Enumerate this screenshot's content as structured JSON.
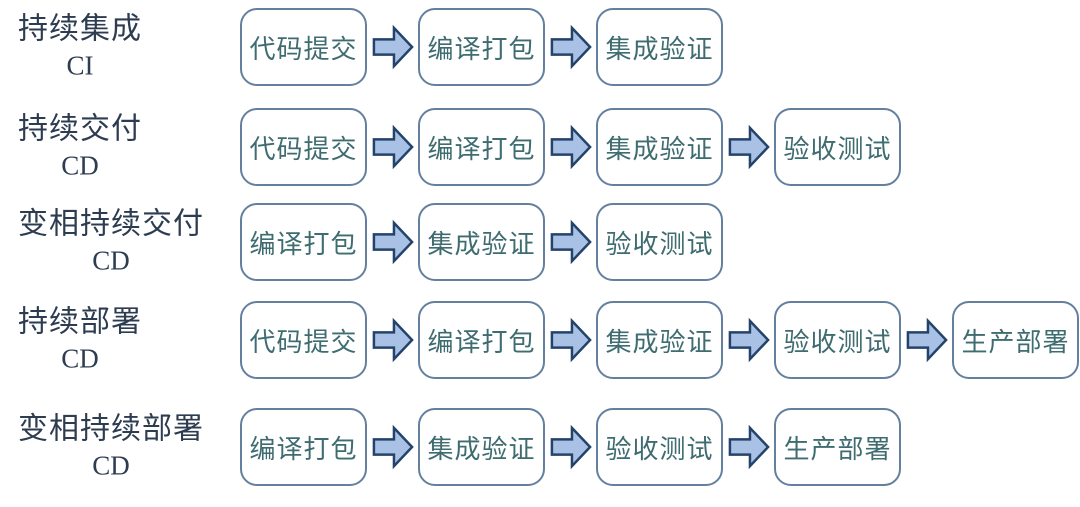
{
  "diagram": {
    "rows": [
      {
        "label": "持续集成",
        "sublabel": "CI",
        "steps": [
          "代码提交",
          "编译打包",
          "集成验证"
        ]
      },
      {
        "label": "持续交付",
        "sublabel": "CD",
        "steps": [
          "代码提交",
          "编译打包",
          "集成验证",
          "验收测试"
        ]
      },
      {
        "label": "变相持续交付",
        "sublabel": "CD",
        "steps": [
          "编译打包",
          "集成验证",
          "验收测试"
        ]
      },
      {
        "label": "持续部署",
        "sublabel": "CD",
        "steps": [
          "代码提交",
          "编译打包",
          "集成验证",
          "验收测试",
          "生产部署"
        ]
      },
      {
        "label": "变相持续部署",
        "sublabel": "CD",
        "steps": [
          "编译打包",
          "集成验证",
          "验收测试",
          "生产部署"
        ]
      }
    ],
    "icons": {
      "arrow": "right-block-arrow-icon"
    },
    "colors": {
      "background": "#ffffff",
      "box_border": "#64809e",
      "box_fill": "#ffffff",
      "box_text": "#3e6c70",
      "arrow_fill": "#a9c1e4",
      "arrow_border": "#24436b",
      "label_text": "#2d3c50"
    }
  }
}
